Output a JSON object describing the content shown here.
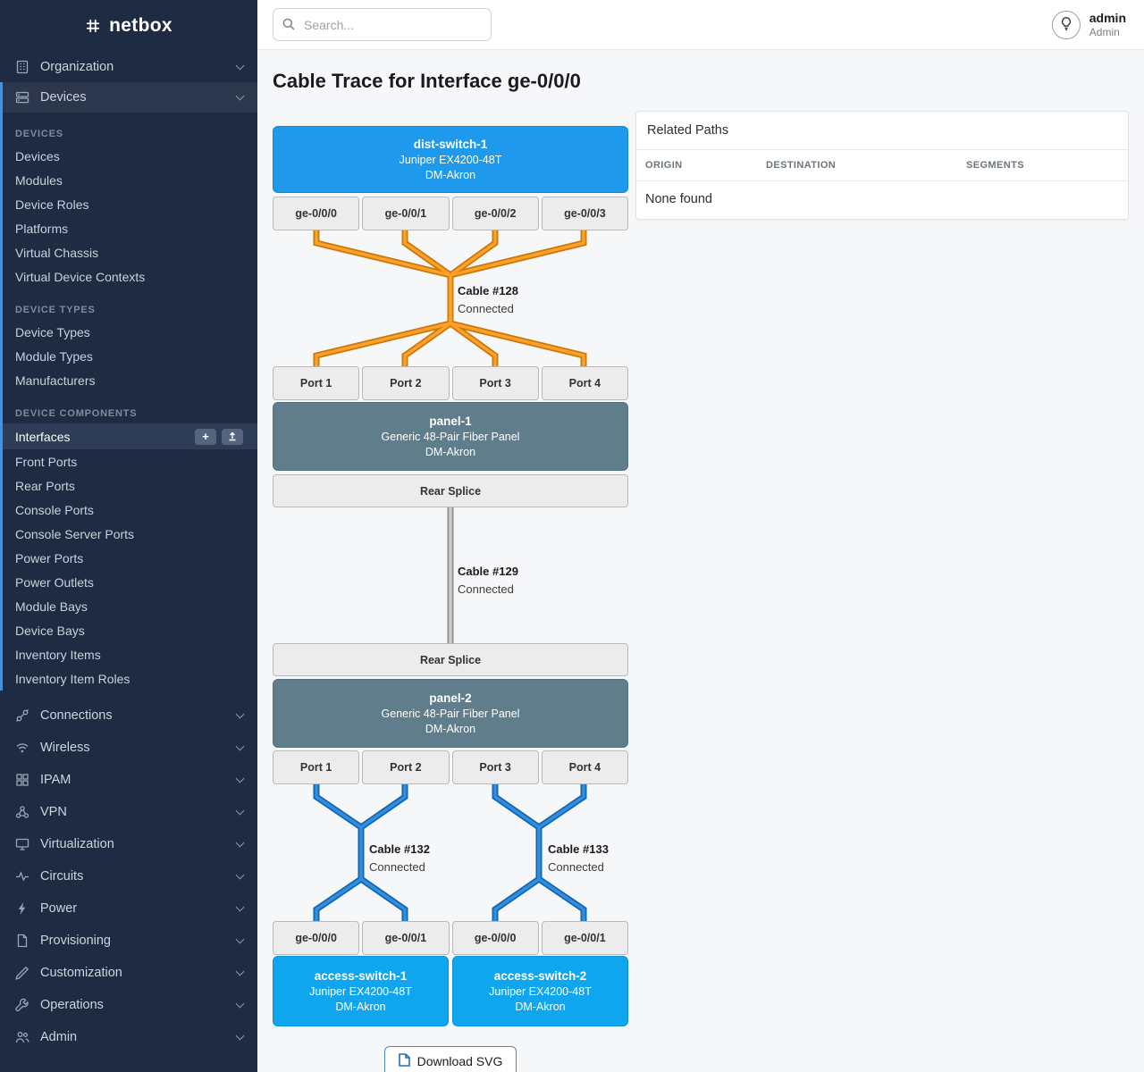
{
  "colors": {
    "sidebar_bg": "#1f2b42",
    "accent_blue": "#4a90d9",
    "device_blue": "#1f99ec",
    "access_blue": "#0fa5ef",
    "panel_slate": "#607d8b",
    "cable_orange": "#ffa028",
    "cable_gray": "#cfcfcf",
    "cable_blue": "#2f8fe2"
  },
  "app": {
    "logo_text": "netbox"
  },
  "topbar": {
    "search_placeholder": "Search...",
    "user_name": "admin",
    "user_role": "Admin"
  },
  "icons": {
    "plus": "+"
  },
  "sidebar": {
    "groups_top": [
      {
        "label": "Organization"
      },
      {
        "label": "Devices"
      }
    ],
    "device_sections": [
      {
        "header": "DEVICES",
        "items": [
          "Devices",
          "Modules",
          "Device Roles",
          "Platforms",
          "Virtual Chassis",
          "Virtual Device Contexts"
        ]
      },
      {
        "header": "DEVICE TYPES",
        "items": [
          "Device Types",
          "Module Types",
          "Manufacturers"
        ]
      },
      {
        "header": "DEVICE COMPONENTS",
        "items": [
          "Interfaces",
          "Front Ports",
          "Rear Ports",
          "Console Ports",
          "Console Server Ports",
          "Power Ports",
          "Power Outlets",
          "Module Bays",
          "Device Bays",
          "Inventory Items",
          "Inventory Item Roles"
        ]
      }
    ],
    "groups_bottom": [
      {
        "label": "Connections"
      },
      {
        "label": "Wireless"
      },
      {
        "label": "IPAM"
      },
      {
        "label": "VPN"
      },
      {
        "label": "Virtualization"
      },
      {
        "label": "Circuits"
      },
      {
        "label": "Power"
      },
      {
        "label": "Provisioning"
      },
      {
        "label": "Customization"
      },
      {
        "label": "Operations"
      },
      {
        "label": "Admin"
      }
    ]
  },
  "page": {
    "title": "Cable Trace for Interface ge-0/0/0"
  },
  "trace": {
    "top_device": {
      "name": "dist-switch-1",
      "model": "Juniper EX4200-48T",
      "site": "DM-Akron"
    },
    "top_ports": [
      "ge-0/0/0",
      "ge-0/0/1",
      "ge-0/0/2",
      "ge-0/0/3"
    ],
    "cable_128": {
      "name": "Cable #128",
      "status": "Connected"
    },
    "panel1_ports": [
      "Port 1",
      "Port 2",
      "Port 3",
      "Port 4"
    ],
    "panel1": {
      "name": "panel-1",
      "model": "Generic 48-Pair Fiber Panel",
      "site": "DM-Akron"
    },
    "rear_splice_label": "Rear Splice",
    "cable_129": {
      "name": "Cable #129",
      "status": "Connected"
    },
    "panel2": {
      "name": "panel-2",
      "model": "Generic 48-Pair Fiber Panel",
      "site": "DM-Akron"
    },
    "panel2_ports": [
      "Port 1",
      "Port 2",
      "Port 3",
      "Port 4"
    ],
    "cable_132": {
      "name": "Cable #132",
      "status": "Connected"
    },
    "cable_133": {
      "name": "Cable #133",
      "status": "Connected"
    },
    "bottom_ports": [
      "ge-0/0/0",
      "ge-0/0/1",
      "ge-0/0/0",
      "ge-0/0/1"
    ],
    "access_switch_1": {
      "name": "access-switch-1",
      "model": "Juniper EX4200-48T",
      "site": "DM-Akron"
    },
    "access_switch_2": {
      "name": "access-switch-2",
      "model": "Juniper EX4200-48T",
      "site": "DM-Akron"
    },
    "download_button": "Download SVG"
  },
  "related_paths": {
    "title": "Related Paths",
    "columns": [
      "ORIGIN",
      "DESTINATION",
      "SEGMENTS"
    ],
    "empty_text": "None found"
  }
}
